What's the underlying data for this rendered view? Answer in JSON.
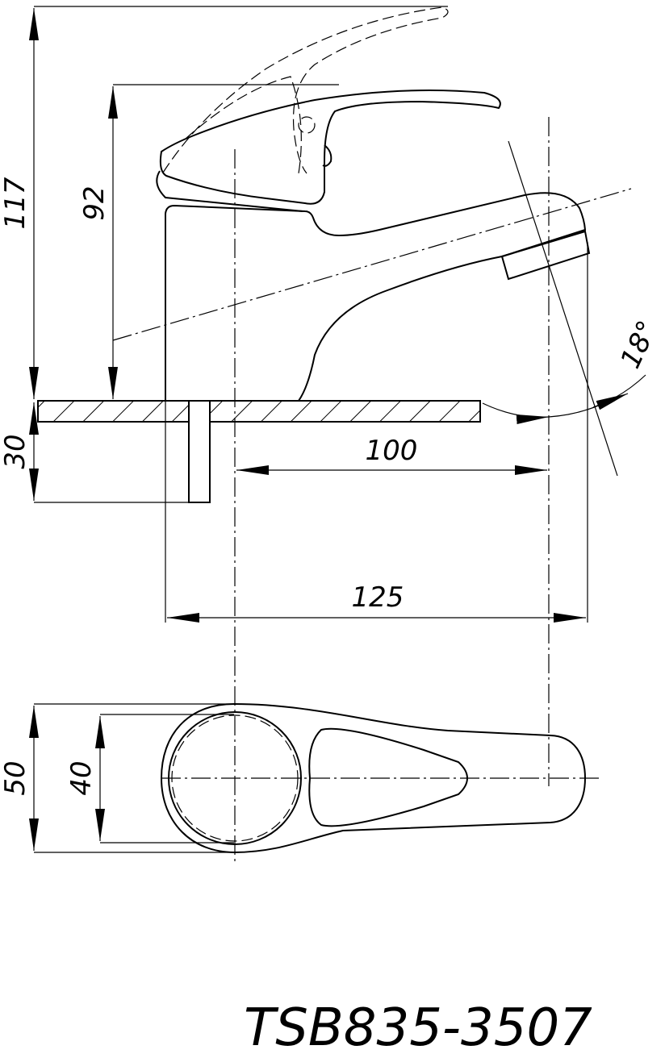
{
  "dimensions": {
    "total_height": "117",
    "lever_height": "92",
    "deck_thickness": "30",
    "spout_reach": "100",
    "total_length": "125",
    "spout_angle": "18°",
    "body_width": "50",
    "base_diameter": "40"
  },
  "model": "TSB835-3507"
}
